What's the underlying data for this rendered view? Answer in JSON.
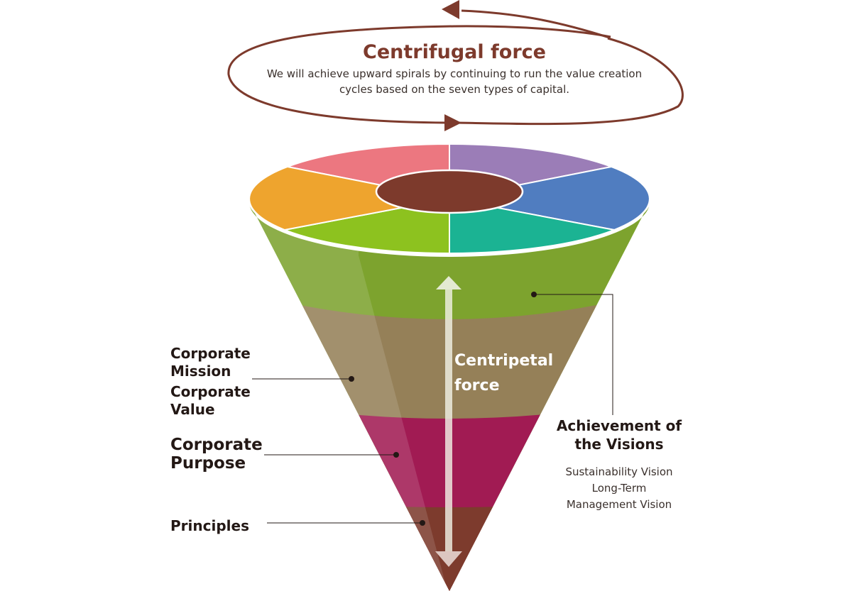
{
  "centrifugal": {
    "title": "Centrifugal force",
    "description_lines": [
      "We will achieve upward spirals by continuing to run the value creation",
      "cycles based on the seven types of capital."
    ],
    "color": "#7d3a2c"
  },
  "capital_ring": {
    "segments": [
      {
        "name": "pink",
        "color": "#ec7780"
      },
      {
        "name": "purple",
        "color": "#9b7db7"
      },
      {
        "name": "blue",
        "color": "#507dc0"
      },
      {
        "name": "teal",
        "color": "#1bb393"
      },
      {
        "name": "lime",
        "color": "#8dc21f"
      },
      {
        "name": "orange",
        "color": "#eea42e"
      }
    ],
    "center_color": "#7d3a2c"
  },
  "cone": {
    "layers": [
      {
        "name": "achievement-of-visions",
        "color": "#7da32e"
      },
      {
        "name": "corporate-mission-value",
        "color": "#958058"
      },
      {
        "name": "corporate-purpose",
        "color": "#a11b53"
      },
      {
        "name": "principles",
        "color": "#7d3b2d"
      }
    ]
  },
  "centripetal": {
    "label_lines": [
      "Centripetal",
      "force"
    ]
  },
  "labels": {
    "mission_value": [
      "Corporate",
      "Mission",
      "Corporate",
      "Value"
    ],
    "purpose": [
      "Corporate",
      "Purpose"
    ],
    "principles": "Principles",
    "visions": {
      "title_lines": [
        "Achievement of",
        "the Visions"
      ],
      "sub_lines": [
        "Sustainability Vision",
        "Long-Term",
        "Management Vision"
      ]
    }
  }
}
